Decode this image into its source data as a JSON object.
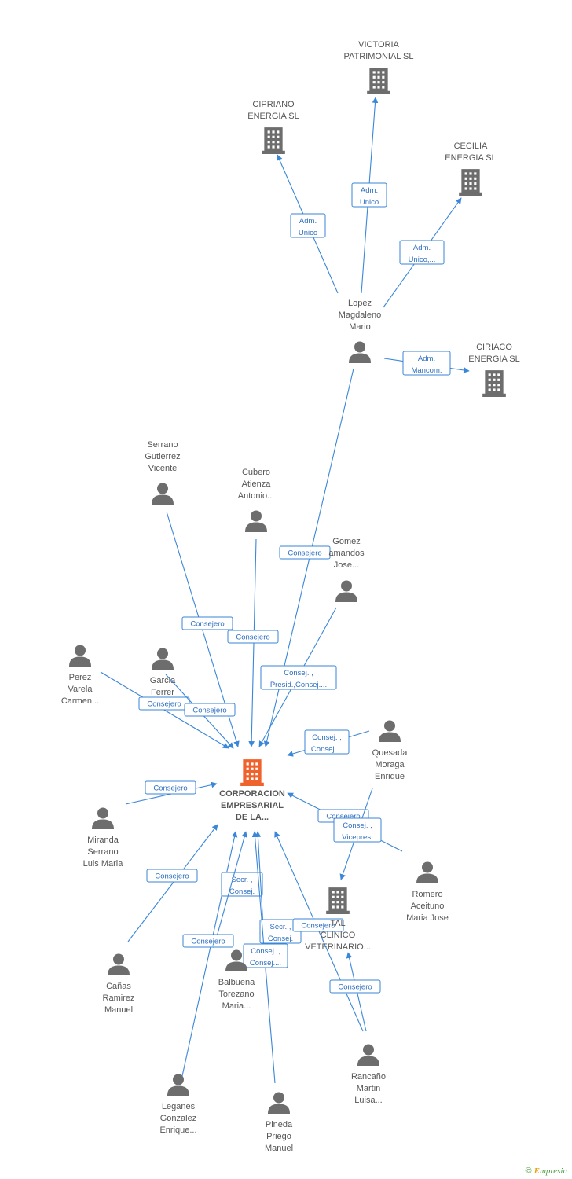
{
  "colors": {
    "edge": "#3a86d8",
    "company": "#6d6d6d",
    "person": "#6d6d6d",
    "main": "#f0622d"
  },
  "nodes": [
    {
      "id": "main",
      "kind": "main",
      "lines": [
        "CORPORACION",
        "EMPRESARIAL",
        "DE LA..."
      ]
    },
    {
      "id": "victoria",
      "kind": "company",
      "lines": [
        "VICTORIA",
        "PATRIMONIAL SL"
      ]
    },
    {
      "id": "cipriano",
      "kind": "company",
      "lines": [
        "CIPRIANO",
        "ENERGIA SL"
      ]
    },
    {
      "id": "cecilia",
      "kind": "company",
      "lines": [
        "CECILIA",
        "ENERGIA SL"
      ]
    },
    {
      "id": "ciriaco",
      "kind": "company",
      "lines": [
        "CIRIACO",
        "ENERGIA SL"
      ]
    },
    {
      "id": "lopez",
      "kind": "person",
      "lines": [
        "Lopez",
        "Magdaleno",
        "Mario"
      ]
    },
    {
      "id": "serrano",
      "kind": "person",
      "lines": [
        "Serrano",
        "Gutierrez",
        "Vicente"
      ]
    },
    {
      "id": "cubero",
      "kind": "person",
      "lines": [
        "Cubero",
        "Atienza",
        "Antonio..."
      ]
    },
    {
      "id": "gomez",
      "kind": "person",
      "lines": [
        "Gomez",
        "amandos",
        "Jose..."
      ]
    },
    {
      "id": "perez",
      "kind": "person",
      "lines": [
        "Perez",
        "Varela",
        "Carmen..."
      ]
    },
    {
      "id": "garcia",
      "kind": "person",
      "lines": [
        "Garcia",
        "Ferrer"
      ]
    },
    {
      "id": "quesada",
      "kind": "person",
      "lines": [
        "Quesada",
        "Moraga",
        "Enrique"
      ]
    },
    {
      "id": "miranda",
      "kind": "person",
      "lines": [
        "Miranda",
        "Serrano",
        "Luis Maria"
      ]
    },
    {
      "id": "romero",
      "kind": "person",
      "lines": [
        "Romero",
        "Aceituno",
        "Maria Jose"
      ]
    },
    {
      "id": "clinico",
      "kind": "company",
      "lines": [
        "TAL",
        "CLINICO",
        "VETERINARIO..."
      ]
    },
    {
      "id": "canas",
      "kind": "person",
      "lines": [
        "Cañas",
        "Ramirez",
        "Manuel"
      ]
    },
    {
      "id": "balbuena",
      "kind": "person",
      "lines": [
        "Balbuena",
        "Torezano",
        "Maria..."
      ]
    },
    {
      "id": "leganes",
      "kind": "person",
      "lines": [
        "Leganes",
        "Gonzalez",
        "Enrique..."
      ]
    },
    {
      "id": "pineda",
      "kind": "person",
      "lines": [
        "Pineda",
        "Priego",
        "Manuel"
      ]
    },
    {
      "id": "rancano",
      "kind": "person",
      "lines": [
        "Rancaño",
        "Martin",
        "Luisa..."
      ]
    }
  ],
  "edges": [
    {
      "id": "e1",
      "lines": [
        "Adm.",
        "Unico"
      ]
    },
    {
      "id": "e2",
      "lines": [
        "Adm.",
        "Unico"
      ]
    },
    {
      "id": "e3",
      "lines": [
        "Adm.",
        "Unico,..."
      ]
    },
    {
      "id": "e4",
      "lines": [
        "Adm.",
        "Mancom."
      ]
    },
    {
      "id": "e5",
      "lines": [
        "Consejero"
      ]
    },
    {
      "id": "e6",
      "lines": [
        "Consejero"
      ]
    },
    {
      "id": "e7",
      "lines": [
        "Consejero"
      ]
    },
    {
      "id": "e8",
      "lines": [
        "Consej. ,",
        "Presid.,Consej...."
      ]
    },
    {
      "id": "e9",
      "lines": [
        "Consejero"
      ]
    },
    {
      "id": "e10",
      "lines": [
        "Consejero"
      ]
    },
    {
      "id": "e11",
      "lines": [
        "Consej. ,",
        "Consej...."
      ]
    },
    {
      "id": "e12",
      "lines": [
        "Consejero"
      ]
    },
    {
      "id": "e13",
      "lines": [
        "Consejero"
      ]
    },
    {
      "id": "e14",
      "lines": [
        "Consej. ,",
        "Vicepres."
      ]
    },
    {
      "id": "e15",
      "lines": [
        "Consejero"
      ]
    },
    {
      "id": "e16",
      "lines": [
        "Secr. ,",
        "Consej."
      ]
    },
    {
      "id": "e17",
      "lines": [
        "Consejero"
      ]
    },
    {
      "id": "e18",
      "lines": [
        "Secr. ,",
        "Consej."
      ]
    },
    {
      "id": "e19",
      "lines": [
        "Consej. ,",
        "Consej...."
      ]
    },
    {
      "id": "e20",
      "lines": [
        "Consejero"
      ]
    },
    {
      "id": "e21",
      "lines": [
        "Consejero"
      ]
    }
  ],
  "footer": {
    "copyright": "©",
    "brand_first": "E",
    "brand_rest": "mpresia"
  }
}
